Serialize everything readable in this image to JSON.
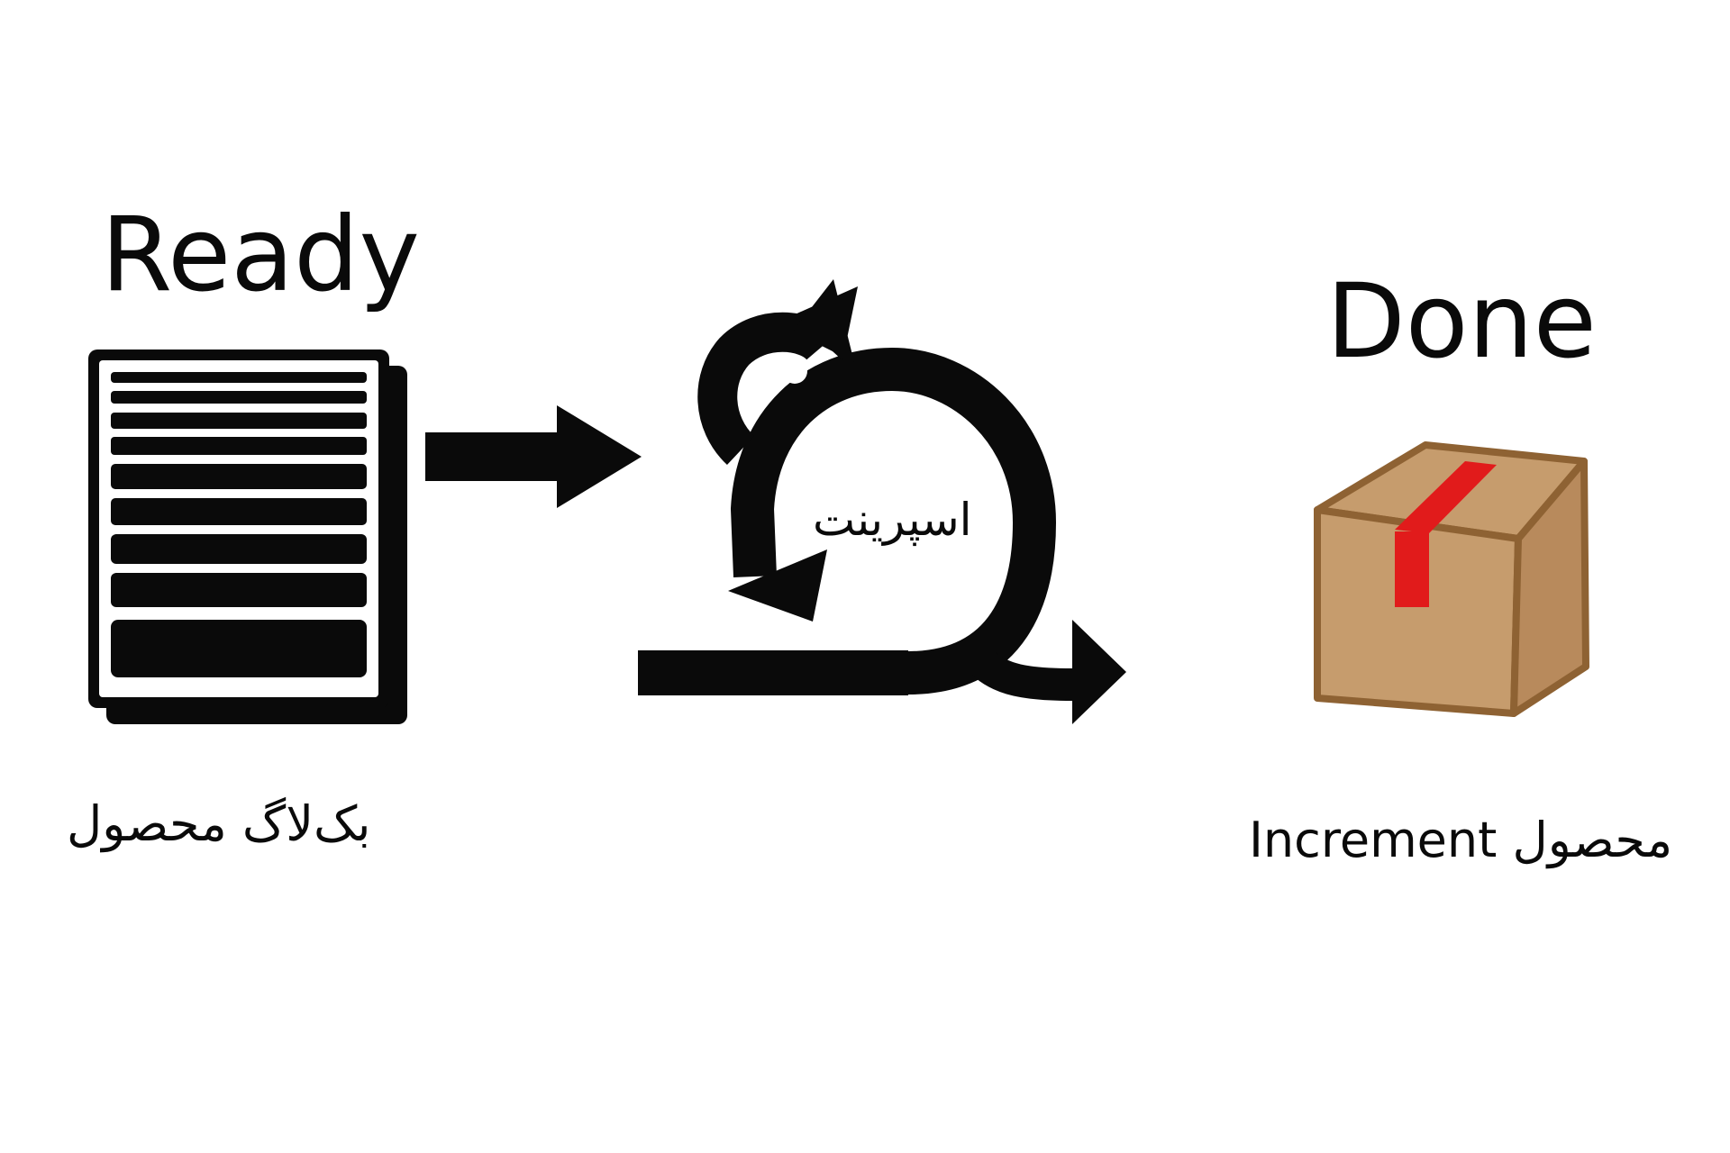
{
  "stages": {
    "ready": {
      "heading": "Ready",
      "caption": "بک‌لاگ محصول",
      "icon": "document-list-icon"
    },
    "sprint": {
      "caption": "اسپرینت",
      "icon": "sprint-loop-icon"
    },
    "done": {
      "heading": "Done",
      "caption": "Increment محصول",
      "icon": "package-box-icon"
    }
  },
  "colors": {
    "ink": "#0a0a0a",
    "box": "#c69c6d",
    "box_dark": "#a87a4f",
    "box_edge": "#8e6233",
    "tape": "#e11b1b"
  }
}
